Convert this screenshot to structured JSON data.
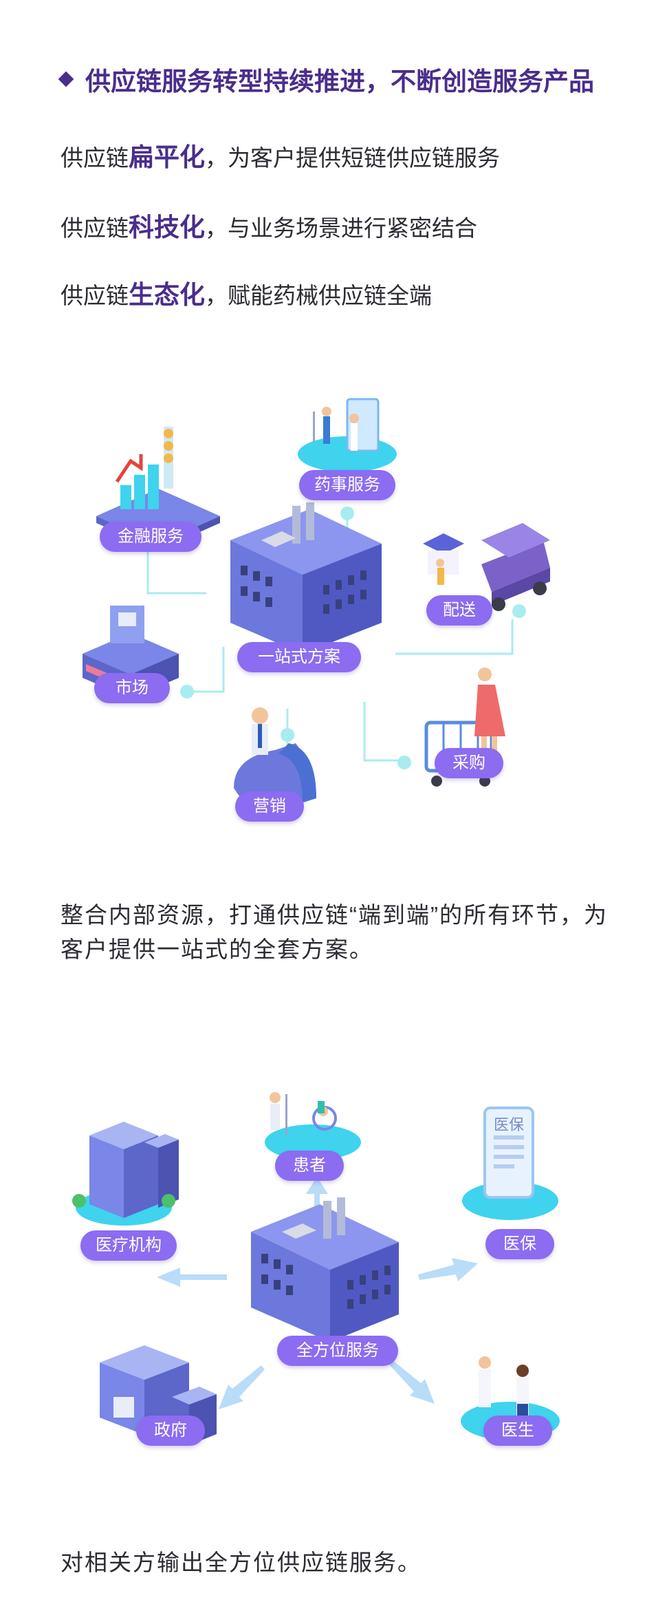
{
  "heading": "供应链服务转型持续推进，不断创造服务产品",
  "lines": [
    {
      "prefix": "供应链",
      "highlight": "扁平化",
      "suffix": "，为客户提供短链供应链服务"
    },
    {
      "prefix": "供应链",
      "highlight": "科技化",
      "suffix": "，与业务场景进行紧密结合"
    },
    {
      "prefix": "供应链",
      "highlight": "生态化",
      "suffix": "，赋能药械供应链全端"
    }
  ],
  "diagram1": {
    "center": "一站式方案",
    "nodes": {
      "pharmacy": "药事服务",
      "finance": "金融服务",
      "delivery": "配送",
      "market": "市场",
      "procurement": "采购",
      "marketing": "营销"
    }
  },
  "para1": "整合内部资源，打通供应链“端到端”的所有环节，为客户提供一站式的全套方案。",
  "diagram2": {
    "center": "全方位服务",
    "nodes": {
      "patient": "患者",
      "medical_institution": "医疗机构",
      "insurance": "医保",
      "government": "政府",
      "doctor": "医生"
    },
    "insurance_card_text": "医保"
  },
  "para2": "对相关方输出全方位供应链服务。",
  "colors": {
    "accent": "#4a2d8c",
    "pill": "#8c6cf0",
    "connector": "#a8ecf0",
    "platform": "#3fd3ee",
    "building": "#7a86e8",
    "arrow": "#b9dcf8"
  }
}
